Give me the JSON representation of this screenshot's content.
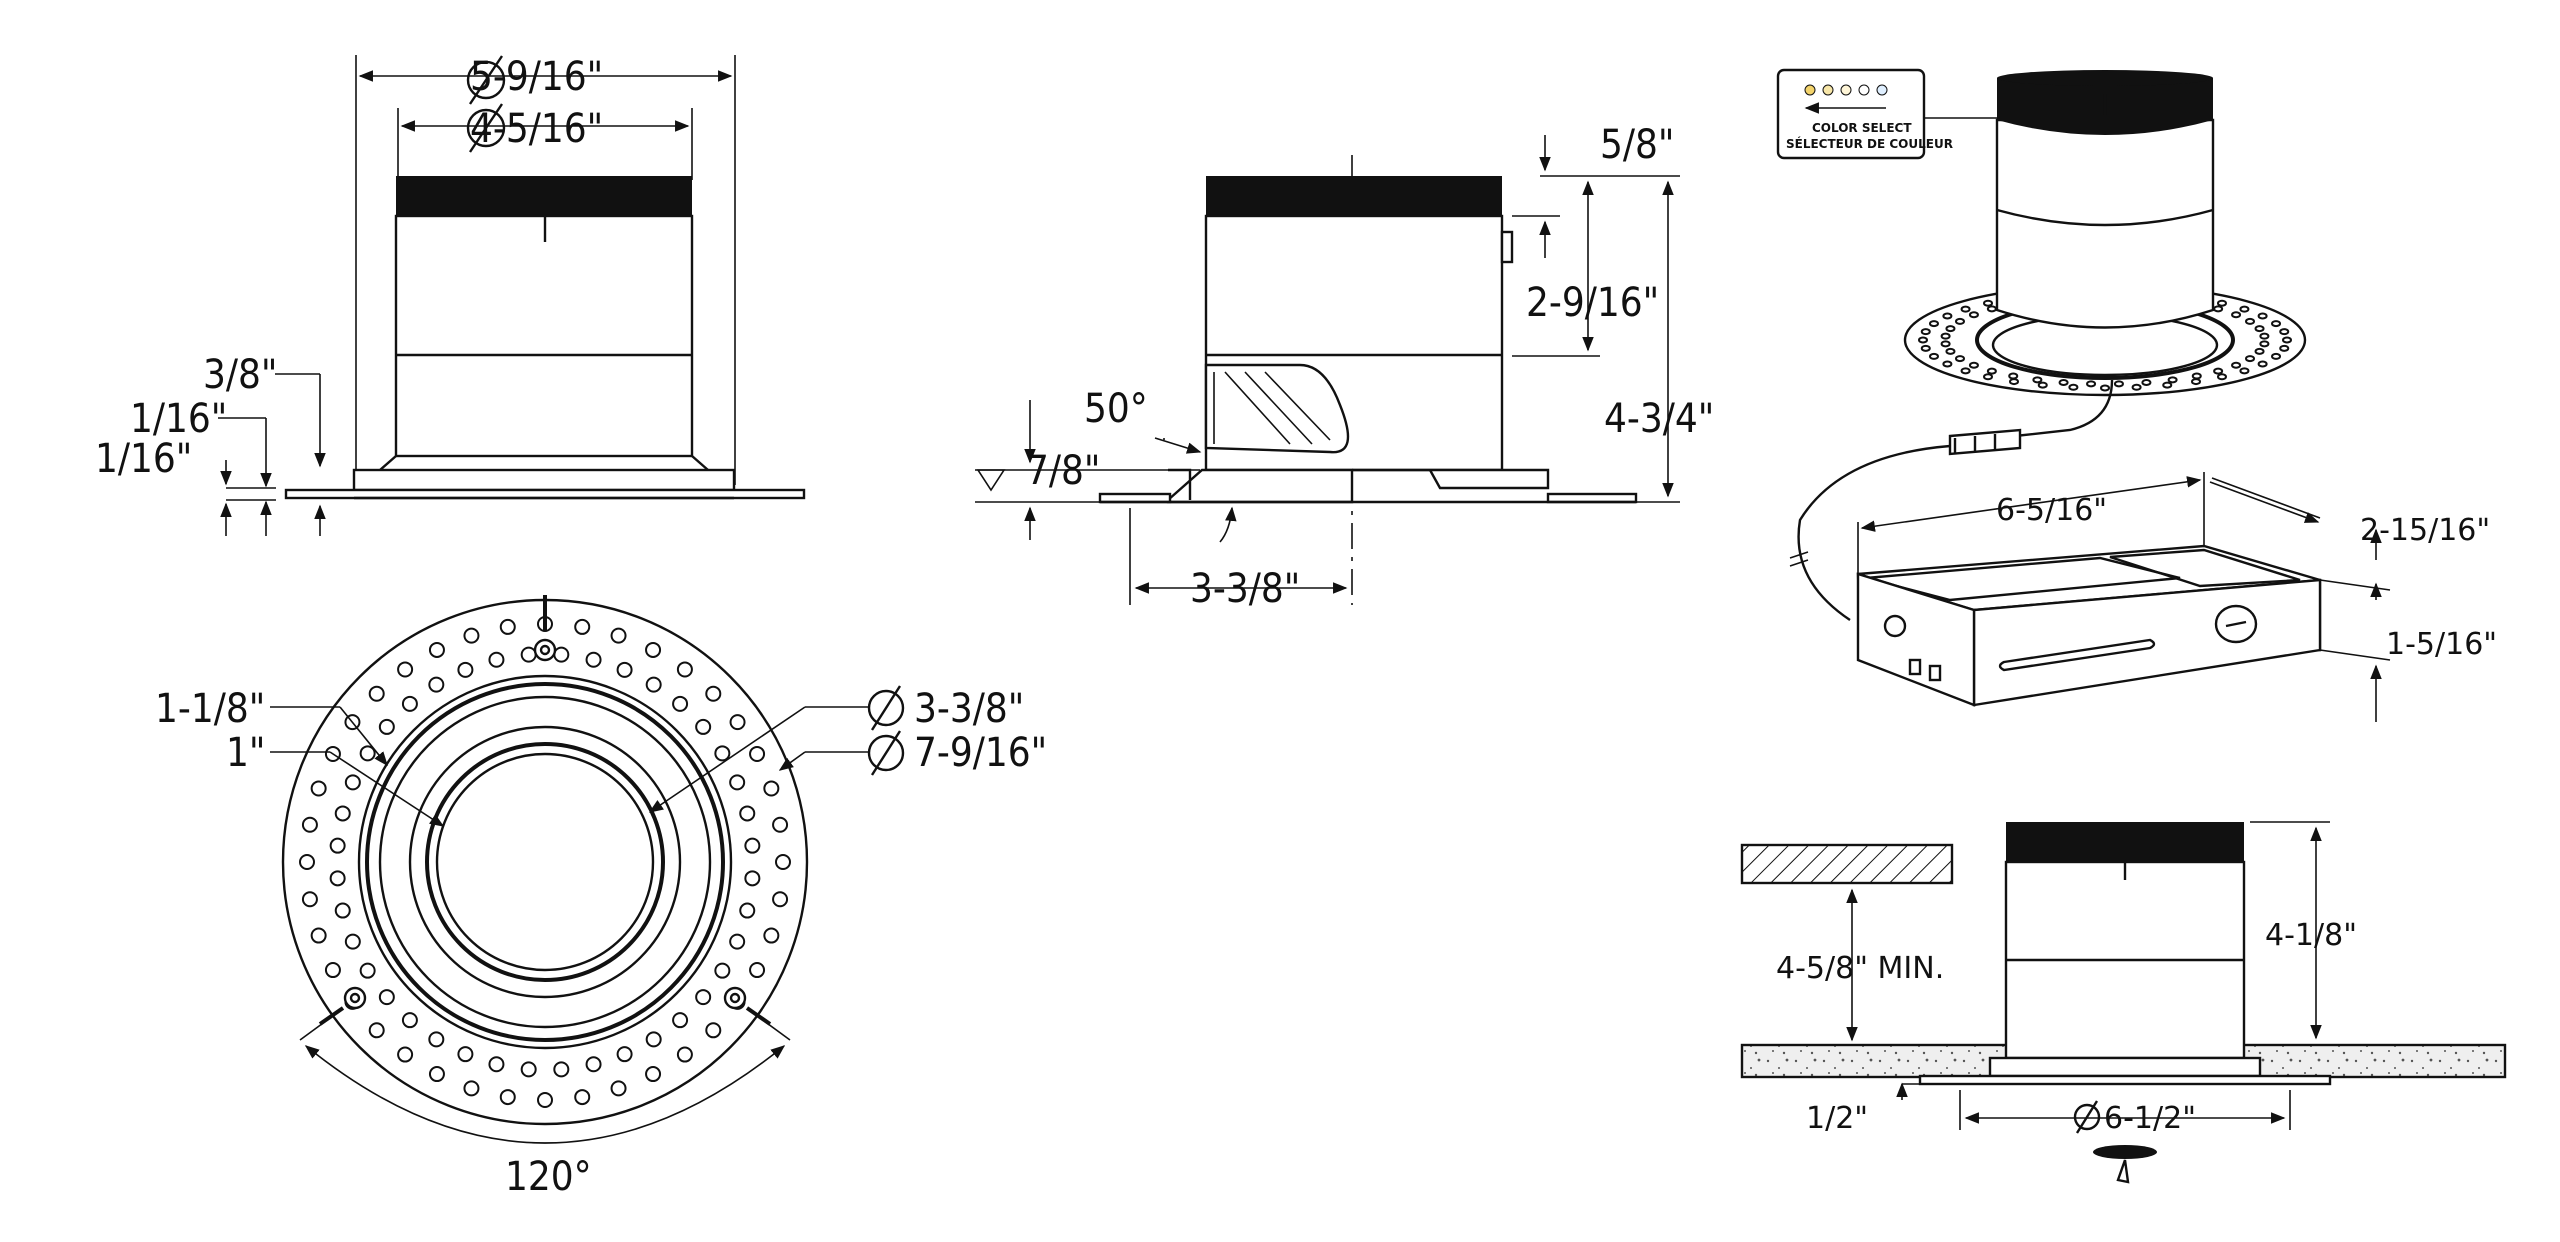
{
  "labels": {
    "front_dia_outer": "5-9/16\"",
    "front_dia_inner": "4-5/16\"",
    "front_three_eighths": "3/8\"",
    "front_sixteenth_a": "1/16\"",
    "front_sixteenth_b": "1/16\"",
    "section_five_eighths": "5/8\"",
    "section_two_nine": "2-9/16\"",
    "section_four_three": "4-3/4\"",
    "section_angle": "50°",
    "section_seven_eighths": "7/8\"",
    "section_three_three": "3-3/8\"",
    "top_one_one": "1-1/8\"",
    "top_one": "1\"",
    "top_dia_three": "3-3/8\"",
    "top_dia_seven": "7-9/16\"",
    "top_angle": "120°",
    "iso_color_select": "COLOR SELECT",
    "iso_color_select_fr": "SÉLECTEUR DE COULEUR",
    "iso_length": "6-5/16\"",
    "iso_width": "2-15/16\"",
    "iso_height": "1-5/16\"",
    "install_height": "4-1/8\"",
    "install_min": "4-5/8\" MIN.",
    "install_half": "1/2\"",
    "install_dia": "6-1/2\""
  }
}
